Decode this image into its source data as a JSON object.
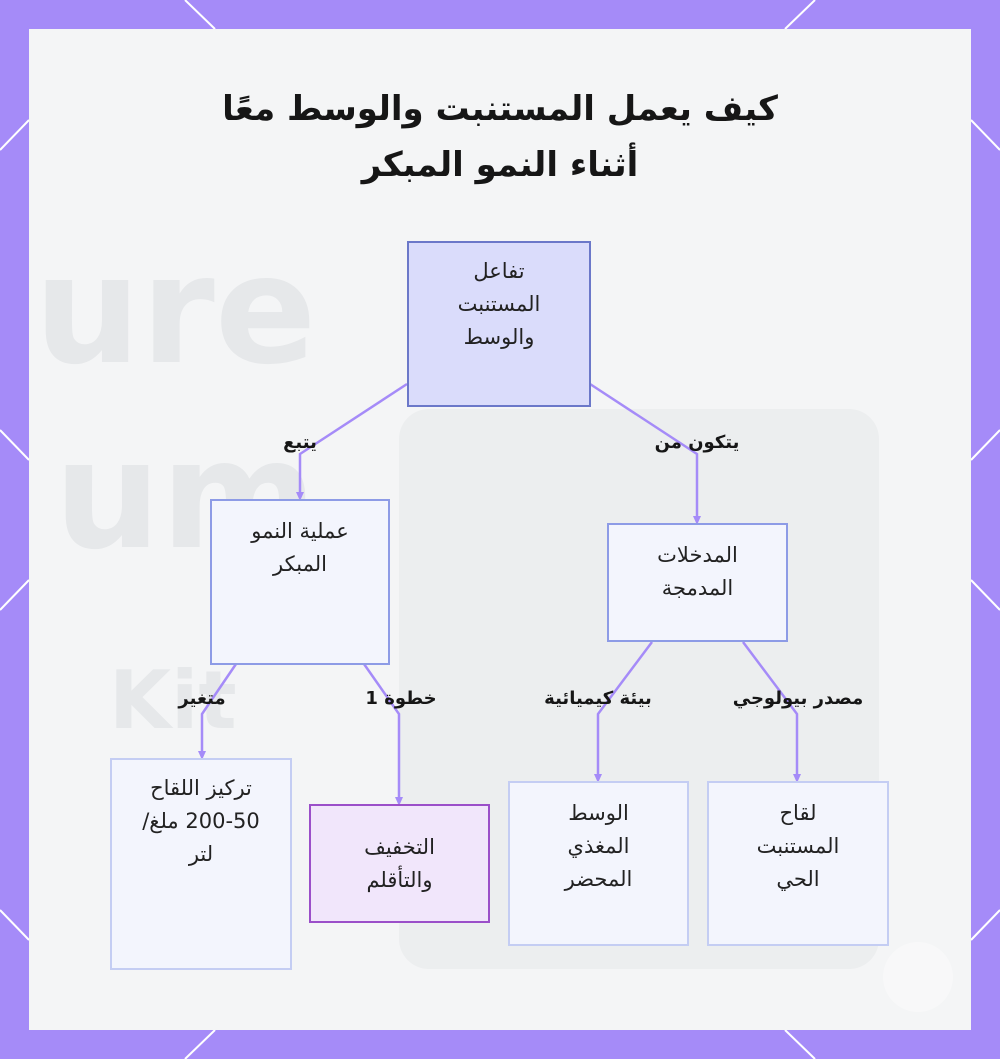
{
  "title": {
    "line1": "كيف يعمل المستنبت والوسط معًا",
    "line2": "أثناء النمو المبكر"
  },
  "nodes": {
    "root": "تفاعل المستنبت والوسط",
    "early_growth": "عملية النمو المبكر",
    "integrated_inputs": "المدخلات المدمجة",
    "inoculum_concentration": "تركيز اللقاح 50-200 ملغ/لتر",
    "dilution_acclimation": "التخفيف والتأقلم",
    "prepared_medium": "الوسط المغذي المحضر",
    "live_inoculum": "لقاح المستنبت الحي"
  },
  "edge_labels": {
    "follows": "يتبع",
    "consists_of": "يتكون من",
    "variable": "متغير",
    "step1": "خطوة 1",
    "chemical_env": "بيئة كيميائية",
    "bio_source": "مصدر بيولوجي"
  },
  "background_text": {
    "word1": "ure",
    "word2": "um",
    "word3": "Kit"
  },
  "colors": {
    "frame": "#a58bf8",
    "edge": "#a58bf8",
    "root_fill": "#dadcfb",
    "root_border": "#6b78c9",
    "node_fill": "#f3f5fd",
    "node_border": "#8d9be6",
    "leaf_border": "#c4cdf3",
    "highlight_fill": "#f1e6fb",
    "highlight_border": "#9b4fc9"
  }
}
